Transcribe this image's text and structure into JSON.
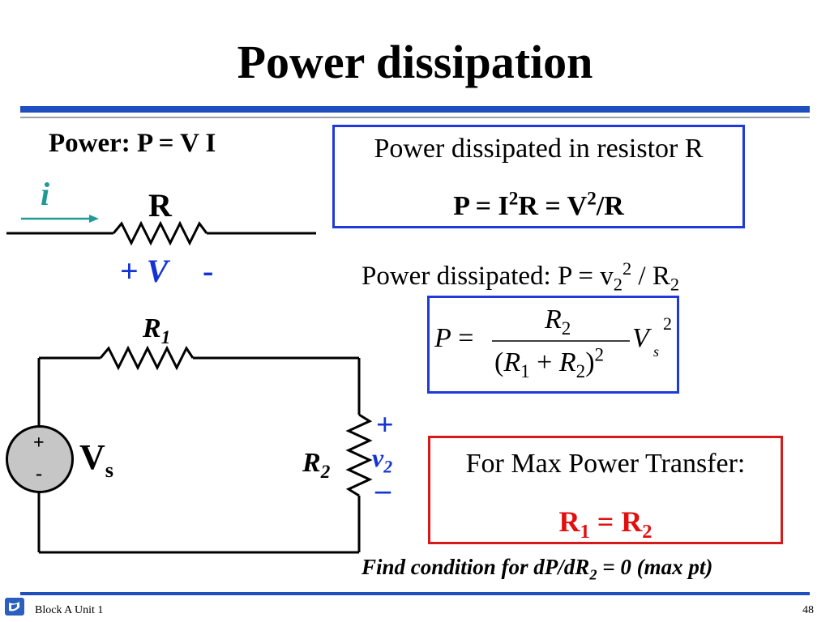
{
  "slide": {
    "title": "Power dissipation",
    "power_equation": "Power: P = V I",
    "current_label": "i",
    "resistor_label": "R",
    "voltage_plus": "+",
    "voltage_symbol": "V",
    "voltage_minus": "-"
  },
  "box1": {
    "line1": "Power dissipated in resistor R",
    "line2_parts": [
      "P = I",
      "2",
      "R = V",
      "2",
      "/R"
    ]
  },
  "power_dissipated": {
    "text": "Power dissipated: P = v",
    "sub1": "2",
    "sup1": "2",
    "mid": " / R",
    "sub2": "2"
  },
  "formula": {
    "lhs": "P =",
    "numerator": "R",
    "numerator_sub": "2",
    "denominator_open": "(",
    "R1": "R",
    "R1_sub": "1",
    "plus": "+",
    "R2": "R",
    "R2_sub": "2",
    "denominator_close": ")",
    "denominator_exp": "2",
    "V": "V",
    "V_sub": "s",
    "V_exp": "2"
  },
  "circuit": {
    "R1_label": "R",
    "R1_sub": "1",
    "R2_label": "R",
    "R2_sub": "2",
    "source_plus": "+",
    "source_minus": "-",
    "Vs_label": "V",
    "Vs_sub": "s",
    "v2_plus": "+",
    "v2_label": "v",
    "v2_sub": "2",
    "v2_minus": "–"
  },
  "box_red": {
    "line1": "For Max Power Transfer:",
    "R1": "R",
    "R1_sub": "1",
    "eq": " = R",
    "R2_sub": "2"
  },
  "find": {
    "text": "Find condition for dP/dR",
    "sub": "2",
    "rest": " = 0 (max pt)"
  },
  "footer": {
    "label": "Block A Unit 1",
    "page": "48"
  },
  "colors": {
    "accent_blue": "#1f4fbf",
    "box_blue": "#1f3ad8",
    "text_blue": "#1433d6",
    "teal": "#1f9a96",
    "red": "#e01010"
  }
}
